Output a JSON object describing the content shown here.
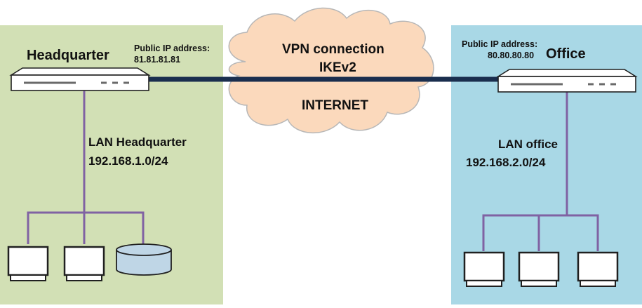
{
  "colors": {
    "hq_zone": "#d2e0b5",
    "office_zone": "#a9d8e6",
    "cloud_fill": "#fbd9bc",
    "cloud_stroke": "#b7b7b7",
    "vpn_line": "#1a2e4e",
    "lan_line": "#8062a3",
    "device_stroke": "#202020",
    "storage_fill": "#bfd6e6"
  },
  "headquarter": {
    "title": "Headquarter",
    "public_ip_label": "Public IP address:",
    "public_ip": "81.81.81.81",
    "lan_name": "LAN Headquarter",
    "lan_subnet": "192.168.1.0/24",
    "devices": [
      "monitor",
      "monitor",
      "storage"
    ]
  },
  "office": {
    "title": "Office",
    "public_ip_label": "Public IP address:",
    "public_ip": "80.80.80.80",
    "lan_name": "LAN office",
    "lan_subnet": "192.168.2.0/24",
    "devices": [
      "monitor",
      "monitor",
      "monitor"
    ]
  },
  "internet": {
    "vpn_label": "VPN connection",
    "protocol": "IKEv2",
    "network_label": "INTERNET"
  }
}
